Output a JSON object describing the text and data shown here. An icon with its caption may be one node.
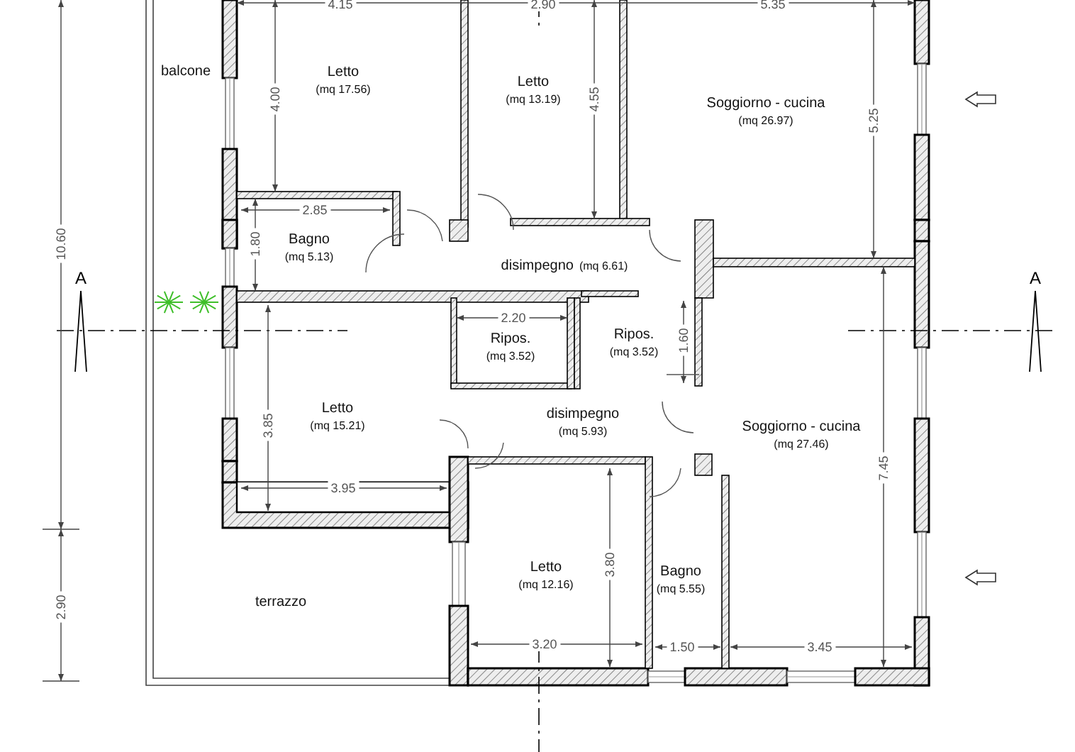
{
  "diagram": {
    "nodes": [
      {
        "text": [
          "balcone"
        ]
      },
      {
        "text": [
          "Letto",
          "(mq 17.56)"
        ]
      },
      {
        "text": [
          "Letto",
          "(mq 13.19)"
        ]
      },
      {
        "text": [
          "Soggiorno - cucina",
          "(mq 26.97)"
        ]
      },
      {
        "text": [
          "Bagno",
          "(mq 5.13)"
        ]
      },
      {
        "text": [
          "disimpegno",
          "(mq 6.61)"
        ]
      },
      {
        "text": [
          "Ripos.",
          "(mq 3.52)"
        ]
      },
      {
        "text": [
          "Ripos.",
          "(mq 3.52)"
        ]
      },
      {
        "text": [
          "Letto",
          "(mq 15.21)"
        ]
      },
      {
        "text": [
          "disimpegno",
          "(mq 5.93)"
        ]
      },
      {
        "text": [
          "Soggiorno - cucina",
          "(mq 27.46)"
        ]
      },
      {
        "text": [
          "Letto",
          "(mq 12.16)"
        ]
      },
      {
        "text": [
          "Bagno",
          "(mq 5.55)"
        ]
      },
      {
        "text": [
          "terrazzo"
        ]
      }
    ],
    "edges": [],
    "labels": [
      "4.15",
      "2.90",
      "5.35",
      "4.00",
      "4.55",
      "5.25",
      "10.60",
      "2.85",
      "1.80",
      "A",
      "A",
      "2.20",
      "1.60",
      "3.85",
      "3.95",
      "7.45",
      "2.90",
      "3.80",
      "3.20",
      "1.50",
      "3.45"
    ]
  }
}
